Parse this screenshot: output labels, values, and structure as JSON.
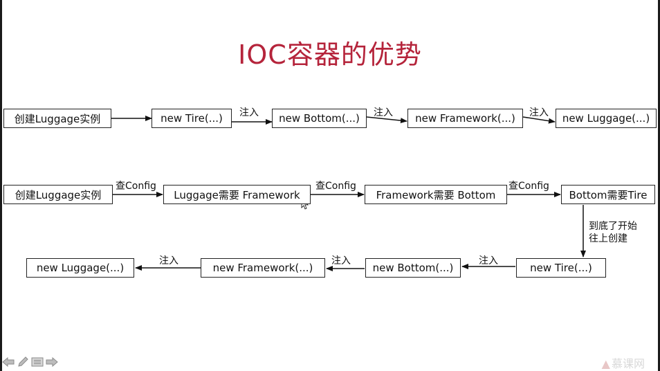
{
  "title": "IOC容器的优势",
  "row1": {
    "boxes": [
      "创建Luggage实例",
      "new Tire(...)",
      "new Bottom(...)",
      "new Framework(...)",
      "new Luggage(...)"
    ],
    "labels": [
      "注入",
      "注入",
      "注入"
    ]
  },
  "row2": {
    "boxes": [
      "创建Luggage实例",
      "Luggage需要 Framework",
      "Framework需要 Bottom",
      "Bottom需要Tire"
    ],
    "labels": [
      "查Config",
      "查Config",
      "查Config"
    ]
  },
  "turn_label": [
    "到底了开始",
    "往上创建"
  ],
  "row3": {
    "boxes": [
      "new Tire(...)",
      "new Bottom(...)",
      "new Framework(...)",
      "new Luggage(...)"
    ],
    "labels": [
      "注入",
      "注入",
      "注入"
    ]
  },
  "toolbar": {
    "icons": [
      "arrow-left-icon",
      "pen-icon",
      "menu-icon",
      "arrow-right-icon"
    ]
  },
  "watermark": "慕课网"
}
